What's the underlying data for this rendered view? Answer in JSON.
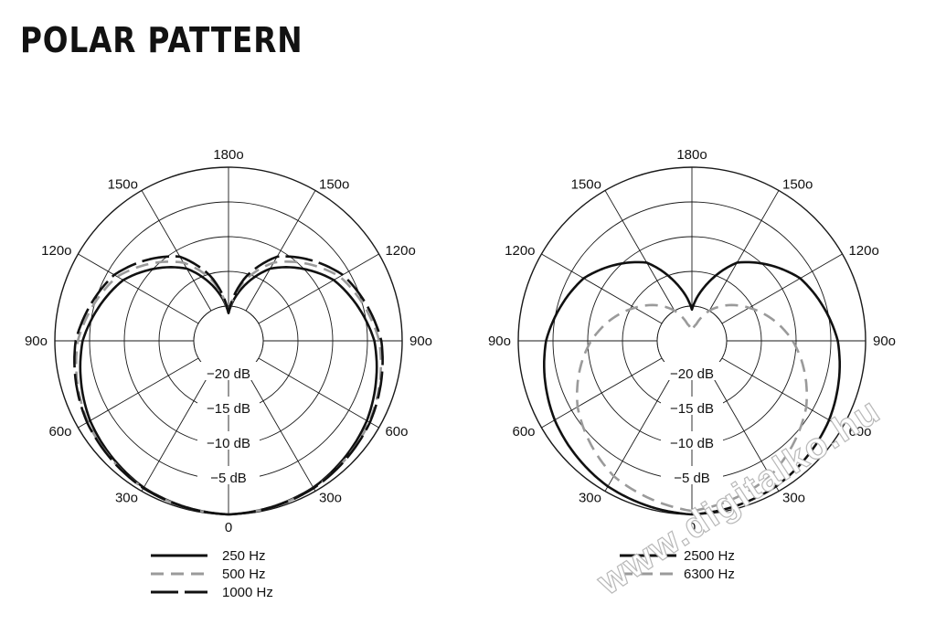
{
  "title": "POLAR PATTERN",
  "watermark": "www.digitalko.hu",
  "chart_data": [
    {
      "type": "polar",
      "angle_labels": {
        "top": "180o",
        "upper_left": "150o",
        "upper_right": "150o",
        "mid_upper_left": "120o",
        "mid_upper_right": "120o",
        "left": "90o",
        "right": "90o",
        "lower_left": "60o",
        "lower_right": "60o",
        "bottom_left": "30o",
        "bottom_right": "30o",
        "bottom": "0"
      },
      "radial_labels": [
        "−20 dB",
        "−15 dB",
        "−10 dB",
        "−5 dB"
      ],
      "radial_range_db": [
        -25,
        0
      ],
      "radial_ring_db": [
        -25,
        -20,
        -15,
        -10,
        -5,
        0
      ],
      "angle_step_deg": 30,
      "series": [
        {
          "name": "250 Hz",
          "style": "solid",
          "color": "#111111",
          "points_db": [
            [
              0,
              0
            ],
            [
              30,
              -0.6
            ],
            [
              60,
              -2
            ],
            [
              90,
              -4
            ],
            [
              120,
              -7.5
            ],
            [
              150,
              -13
            ],
            [
              165,
              -17
            ],
            [
              180,
              -21
            ]
          ]
        },
        {
          "name": "500 Hz",
          "style": "dashed",
          "color": "#9a9a9a",
          "points_db": [
            [
              0,
              0
            ],
            [
              30,
              -0.5
            ],
            [
              60,
              -1.6
            ],
            [
              90,
              -3.3
            ],
            [
              120,
              -6.5
            ],
            [
              150,
              -12
            ],
            [
              165,
              -16
            ],
            [
              180,
              -21
            ]
          ]
        },
        {
          "name": "1000 Hz",
          "style": "longdash",
          "color": "#111111",
          "points_db": [
            [
              0,
              0
            ],
            [
              30,
              -0.5
            ],
            [
              60,
              -1.5
            ],
            [
              90,
              -3
            ],
            [
              120,
              -6
            ],
            [
              150,
              -11
            ],
            [
              165,
              -15.5
            ],
            [
              180,
              -21
            ]
          ]
        }
      ]
    },
    {
      "type": "polar",
      "angle_labels": {
        "top": "180o",
        "upper_left": "150o",
        "upper_right": "150o",
        "mid_upper_left": "120o",
        "mid_upper_right": "120o",
        "left": "90o",
        "right": "90o",
        "lower_left": "60o",
        "lower_right": "60o",
        "bottom_left": "30o",
        "bottom_right": "30o",
        "bottom": "0"
      },
      "radial_labels": [
        "−20 dB",
        "−15 dB",
        "−10 dB",
        "−5 dB"
      ],
      "radial_range_db": [
        -25,
        0
      ],
      "radial_ring_db": [
        -25,
        -20,
        -15,
        -10,
        -5,
        0
      ],
      "angle_step_deg": 30,
      "series": [
        {
          "name": "2500 Hz",
          "style": "solid",
          "color": "#111111",
          "points_db": [
            [
              0,
              0
            ],
            [
              30,
              -0.8
            ],
            [
              60,
              -2.2
            ],
            [
              90,
              -4
            ],
            [
              120,
              -7
            ],
            [
              150,
              -12
            ],
            [
              165,
              -16.5
            ],
            [
              180,
              -20.5
            ]
          ]
        },
        {
          "name": "6300 Hz",
          "style": "dashed",
          "color": "#9a9a9a",
          "points_db": [
            [
              0,
              -0.5
            ],
            [
              30,
              -2.5
            ],
            [
              60,
              -6
            ],
            [
              90,
              -10.5
            ],
            [
              120,
              -15.5
            ],
            [
              150,
              -20
            ],
            [
              165,
              -22.5
            ],
            [
              180,
              -23.5
            ]
          ]
        }
      ]
    }
  ]
}
